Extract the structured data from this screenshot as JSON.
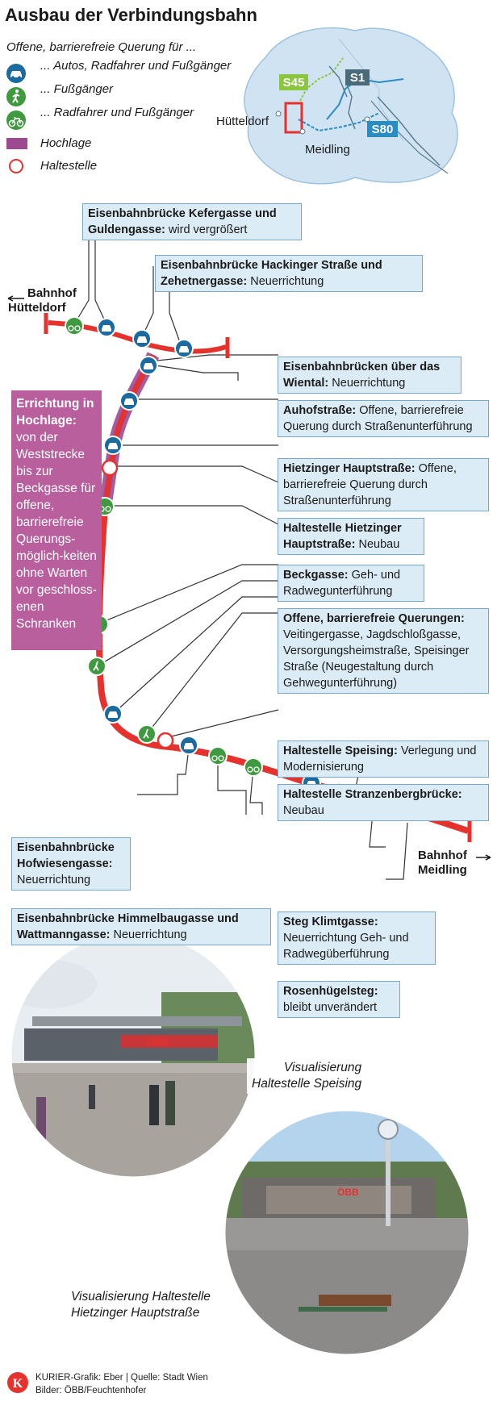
{
  "title": "Ausbau der Verbindungsbahn",
  "legend": {
    "intro": "Offene, barrierefreie Querung für ...",
    "items": [
      {
        "icon": "car-icon",
        "label": "... Autos, Radfahrer und Fußgänger"
      },
      {
        "icon": "pedestrian-icon",
        "label": "... Fußgänger"
      },
      {
        "icon": "bicycle-pedestrian-icon",
        "label": "... Radfahrer und Fußgänger"
      },
      {
        "icon": "elevated-section-swatch",
        "label": "Hochlage"
      },
      {
        "icon": "stop-circle-icon",
        "label": "Haltestelle"
      }
    ]
  },
  "map": {
    "labels": {
      "s45": "S45",
      "s1": "S1",
      "s80": "S80",
      "huetteldorf": "Hütteldorf",
      "meidling": "Meidling"
    }
  },
  "colors": {
    "line": "#e5322d",
    "elevated": "#9d4a91",
    "pink_box": "#b95f9d",
    "icon_blue": "#1a6b9f",
    "icon_green": "#3f9a3f",
    "box_fill": "#dcecf6",
    "box_border": "#7aa7c4",
    "map_fill": "#cfe3f3",
    "s45": "#8cc63f",
    "s1": "#4a6b7a",
    "s80": "#2b8cc4"
  },
  "ends": {
    "west": {
      "line1": "Bahnhof",
      "line2": "Hütteldorf"
    },
    "east": {
      "line1": "Bahnhof",
      "line2": "Meidling"
    }
  },
  "pink_box": {
    "bold": "Errichtung in Hochlage:",
    "text": "von der Weststrecke bis zur Beckgasse für offene, barrierefreie Querungs-möglich-keiten ohne Warten vor geschloss-enen Schranken"
  },
  "boxes": [
    {
      "id": "kefergasse",
      "bold": "Eisenbahnbrücke Kefergasse und Guldengasse:",
      "text": " wird vergrößert"
    },
    {
      "id": "hackinger",
      "bold": "Eisenbahnbrücke Hackinger Straße und Zehetnergasse:",
      "text": " Neuerrichtung"
    },
    {
      "id": "wiental",
      "bold": "Eisenbahnbrücken über das Wiental:",
      "text": " Neuerrichtung"
    },
    {
      "id": "auhof",
      "bold": "Auhofstraße:",
      "text": " Offene, barrierefreie Querung durch Straßenunterführung"
    },
    {
      "id": "hietzinger",
      "bold": "Hietzinger Hauptstraße:",
      "text": " Offene, barrierefreie Querung durch Straßenunterführung"
    },
    {
      "id": "haltestelle-hietzinger",
      "bold": "Haltestelle Hietzinger Hauptstraße:",
      "text": " Neubau"
    },
    {
      "id": "beckgasse",
      "bold": "Beckgasse:",
      "text": " Geh- und Radwegunterführung"
    },
    {
      "id": "offene",
      "bold": "Offene, barrierefreie Querungen:",
      "text": " Veitingergasse, Jagdschloßgasse, Versorgungsheimstraße, Speisinger Straße (Neugestaltung durch Gehwegunterführung)"
    },
    {
      "id": "speising",
      "bold": "Haltestelle Speising:",
      "text": " Verlegung und Modernisierung"
    },
    {
      "id": "stranzenberg",
      "bold": "Haltestelle Stranzenbergbrücke:",
      "text": " Neubau"
    },
    {
      "id": "hofwiesen",
      "bold": "Eisenbahnbrücke Hofwiesengasse:",
      "text": " Neuerrichtung"
    },
    {
      "id": "himmelbau",
      "bold": "Eisenbahnbrücke Himmelbaugasse und Wattmanngasse:",
      "text": " Neuerrichtung"
    },
    {
      "id": "klimt",
      "bold": "Steg Klimtgasse:",
      "text": " Neuerrichtung Geh- und Radwegüberführung"
    },
    {
      "id": "rosenhuegel",
      "bold": "Rosenhügelsteg:",
      "text": " bleibt unverändert"
    }
  ],
  "captions": {
    "speising": {
      "line1": "Visualisierung",
      "line2": "Haltestelle Speising"
    },
    "hietzing": {
      "line1": "Visualisierung Haltestelle",
      "line2": "Hietzinger Hauptstraße"
    }
  },
  "render_text": {
    "oebb": "ÖBB"
  },
  "footer": {
    "logo": "K",
    "line1": "KURIER-Grafik: Eber | Quelle: Stadt Wien",
    "line2": "Bilder: ÖBB/Feuchtenhofer"
  }
}
